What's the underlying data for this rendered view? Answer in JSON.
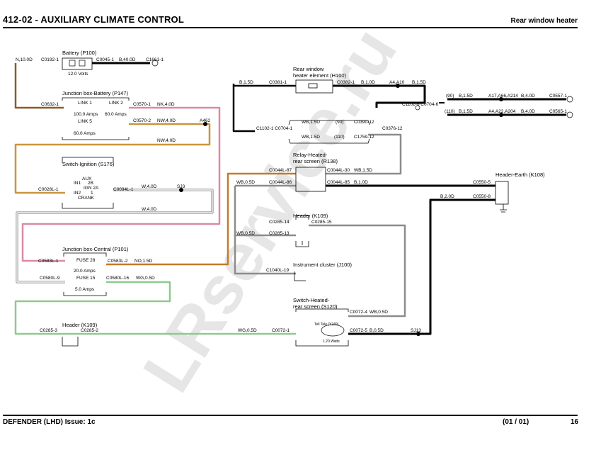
{
  "header": {
    "section": "412-02 - AUXILIARY CLIMATE CONTROL",
    "page_title": "Rear window heater"
  },
  "footer": {
    "model": "DEFENDER  (LHD) Issue: 1c",
    "sheet": "(01 / 01)",
    "page": "16"
  },
  "watermark": "LRservice.ru",
  "colors": {
    "brown": "#8b5a2b",
    "black": "#000000",
    "pink": "#d98aa6",
    "orange_brown": "#c47a2a",
    "grey": "#8c8c8c",
    "green": "#8fc98f",
    "light_grey": "#b0b0b0"
  },
  "components": {
    "battery": {
      "name": "Battery (P100)",
      "voltage": "12.0 Volts",
      "pin_left": "C0192-1",
      "pin_right": "C0045-1",
      "wire": "B,40.0D",
      "end_connector": "C1661-1",
      "in_wire": "N,10.0D"
    },
    "jb_battery": {
      "name": "Junction box-Battery (P147)",
      "left_pin": "C0632-1",
      "link1": "LINK 1",
      "link1_rating": "100.0 Amps",
      "link2": "LINK 2",
      "link2_rating": "60.0 Amps",
      "link5": "LINK 5",
      "link5_rating": "60.0 Amps",
      "pin_a": "C0570-1",
      "wire_a": "NK,4.0D",
      "pin_b": "C0570-2",
      "wire_b": "NW,4.0D",
      "splice": "A462",
      "wire_c": "NW,4.0D"
    },
    "ignition": {
      "name": "Switch-Ignition (S176)",
      "aux": "AUX",
      "aux_num": "2B",
      "in1": "IN1",
      "ign": "IGN 2A",
      "in2": "IN2",
      "crank": "CRANK",
      "crank_num": "1",
      "left_pin": "C0028L-1",
      "right_pin": "C0094L-1",
      "wire": "W,4.0D",
      "splice": "SJ3",
      "wire2": "W,4.0D"
    },
    "jb_central": {
      "name": "Junction box-Central (P101)",
      "fuse28": "FUSE 28",
      "fuse28_rating": "20.0 Amps",
      "fuse15": "FUSE 15",
      "fuse15_rating": "5.0 Amps",
      "pin_l1": "C0583L-1",
      "pin_r1": "C0583L-2",
      "wire1": "NO,1.5D",
      "pin_l2": "C0580L-9",
      "pin_r2": "C0580L-16",
      "wire2": "WG,0.5D"
    },
    "header_left": {
      "name": "Header (K109)",
      "pin_l": "C0285-3",
      "pin_r": "C0285-2"
    },
    "heater": {
      "name_line1": "Rear window",
      "name_line2": "heater element (H100)",
      "in_wire": "B,1.5D",
      "pin_l": "C0381-1",
      "pin_r": "C0382-1",
      "wire_r": "B,1.0D",
      "splice": "A4,A10",
      "wire_r2": "B,1.5D",
      "pin_c": "C1102-6 C0704-6"
    },
    "variants": {
      "v90": "(90)",
      "v90_wire": "B,1.5D",
      "v90_splice": "A17,A66,A214",
      "v90_wire2": "B,4.0D",
      "v90_pin": "C0557-1",
      "v110": "(110)",
      "v110_wire": "B,1.5D",
      "v110_splice": "A4,A22,A204",
      "v110_wire2": "B,4.0D",
      "v110_pin": "C0565-1"
    },
    "links_block": {
      "pin_l": "C1102-1 C0704-1",
      "w1": "WB,1.5D",
      "v1": "(90)",
      "p1": "C0390-12",
      "w2": "WB,1.5D",
      "v2": "(110)",
      "p2": "C1759-12",
      "p3": "C0376-12"
    },
    "relay": {
      "name_line1": "Relay-Heated-",
      "name_line2": "rear screen (R138)",
      "pin_tl": "C0044L-87",
      "pin_tr": "C0044L-30",
      "wire_tr": "WB,1.5D",
      "pin_bl": "C0044L-86",
      "pin_br": "C0044L-85",
      "wire_br": "B,1.0D",
      "wire_l": "WB,0.5D"
    },
    "earth": {
      "name": "Header-Earth (K108)",
      "pin1": "C0550-5",
      "pin2": "C0550-8",
      "wire": "B,2.0D"
    },
    "header_mid": {
      "name": "Header (K109)",
      "pin_l": "C0285-14",
      "pin_r": "C0285-15",
      "pin_b": "C0285-13",
      "wire": "WB,0.5D"
    },
    "cluster": {
      "name": "Instrument cluster (J100)",
      "pin": "C1040L-19"
    },
    "switch": {
      "name_line1": "Switch-Heated-",
      "name_line2": "rear screen (S120)",
      "pin_tr": "C0072-4",
      "wire_tr": "WB,0.5D",
      "tell_tale": "Tell Tale (Y249)",
      "watts": "1.20 Watts",
      "pin_l": "C0072-1",
      "wire_l": "WG,0.5D",
      "pin_r": "C0072-5",
      "wire_r": "B,0.5D",
      "splice": "SJ13"
    }
  }
}
